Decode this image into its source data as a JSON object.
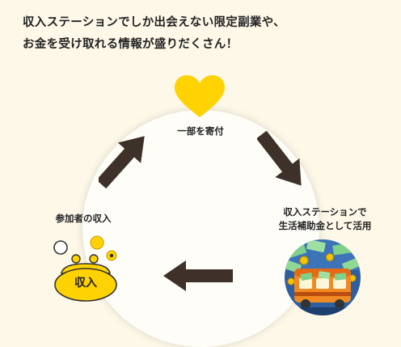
{
  "headline": {
    "line1": "収入ステーションでしか出会えない限定副業や、",
    "line2": "お金を受け取れる情報が盛りだくさん！"
  },
  "nodes": {
    "donation": {
      "label": "一部を寄付",
      "icon": "heart-icon"
    },
    "station": {
      "label_line1": "収入ステーションで",
      "label_line2": "生活補助金として活用",
      "icon": "money-train-icon"
    },
    "income": {
      "label": "参加者の収入",
      "purse_text": "収入",
      "icon": "coin-purse-icon"
    }
  },
  "colors": {
    "background": "#fdf8e8",
    "accent_yellow": "#ffd200",
    "arrow": "#3d312a",
    "circle": "#fefdf8"
  }
}
